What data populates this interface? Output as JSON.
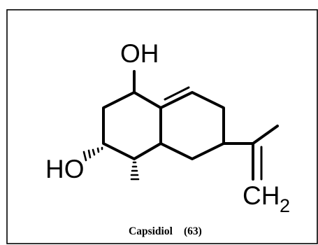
{
  "molecule": {
    "hydroxyl_top": "OH",
    "hydroxyl_left": "HO",
    "methylene_main": "CH",
    "methylene_subscript": "2"
  },
  "caption": {
    "name": "Capsidiol",
    "number": "(63)"
  }
}
